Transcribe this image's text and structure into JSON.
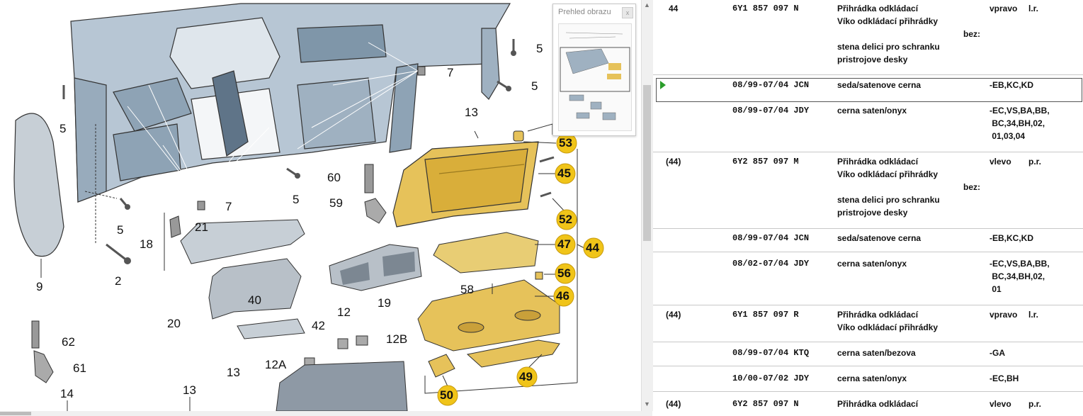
{
  "preview": {
    "title": "Prehled obrazu",
    "close": "x"
  },
  "callouts": {
    "n5a": "5",
    "n5b": "5",
    "n5c": "5",
    "n5d": "5",
    "n5e": "5",
    "n7a": "7",
    "n7b": "7",
    "n9": "9",
    "n2": "2",
    "n13a": "13",
    "n13b": "13",
    "n13c": "13",
    "n14": "14",
    "n18": "18",
    "n19": "19",
    "n20": "20",
    "n21": "21",
    "n40": "40",
    "n42": "42",
    "n12": "12",
    "n12A": "12A",
    "n12B": "12B",
    "n60": "60",
    "n59": "59",
    "n61": "61",
    "n62": "62",
    "n58": "58",
    "h53": "53",
    "h45": "45",
    "h52": "52",
    "h47": "47",
    "h44": "44",
    "h56": "56",
    "h46": "46",
    "h49": "49",
    "h50": "50"
  },
  "parts": [
    {
      "pos": "44",
      "num": "6Y1 857 097 N",
      "desc": [
        "Přihrádka odkládací",
        "Víko odkládací přihrádky",
        "stena delici pro schranku",
        "pristrojove desky"
      ],
      "bez": "bez:",
      "side": "vpravo",
      "side2": "l.r."
    },
    {
      "pos": "",
      "num": "08/99-07/04 JCN",
      "desc": [
        "seda/satenove cerna"
      ],
      "codes": [
        "-EB,KC,KD"
      ]
    },
    {
      "pos": "",
      "num": "08/99-07/04 JDY",
      "desc": [
        "cerna saten/onyx"
      ],
      "codes": [
        "-EC,VS,BA,BB,",
        " BC,34,BH,02,",
        " 01,03,04"
      ]
    },
    {
      "pos": "(44)",
      "num": "6Y2 857 097 M",
      "desc": [
        "Přihrádka odkládací",
        "Víko odkládací přihrádky",
        "stena delici pro schranku",
        "pristrojove desky"
      ],
      "bez": "bez:",
      "side": "vlevo",
      "side2": "p.r."
    },
    {
      "pos": "",
      "num": "08/99-07/04 JCN",
      "desc": [
        "seda/satenove cerna"
      ],
      "codes": [
        "-EB,KC,KD"
      ]
    },
    {
      "pos": "",
      "num": "08/02-07/04 JDY",
      "desc": [
        "cerna saten/onyx"
      ],
      "codes": [
        "-EC,VS,BA,BB,",
        " BC,34,BH,02,",
        " 01"
      ]
    },
    {
      "pos": "(44)",
      "num": "6Y1 857 097 R",
      "desc": [
        "Přihrádka odkládací",
        "Víko odkládací přihrádky"
      ],
      "side": "vpravo",
      "side2": "l.r."
    },
    {
      "pos": "",
      "num": "08/99-07/04 KTQ",
      "desc": [
        "cerna saten/bezova"
      ],
      "codes": [
        "-GA"
      ]
    },
    {
      "pos": "",
      "num": "10/00-07/02 JDY",
      "desc": [
        "cerna saten/onyx"
      ],
      "codes": [
        "-EC,BH"
      ]
    },
    {
      "pos": "(44)",
      "num": "6Y2 857 097 N",
      "desc": [
        "Přihrádka odkládací"
      ],
      "side": "vlevo",
      "side2": "p.r."
    }
  ]
}
